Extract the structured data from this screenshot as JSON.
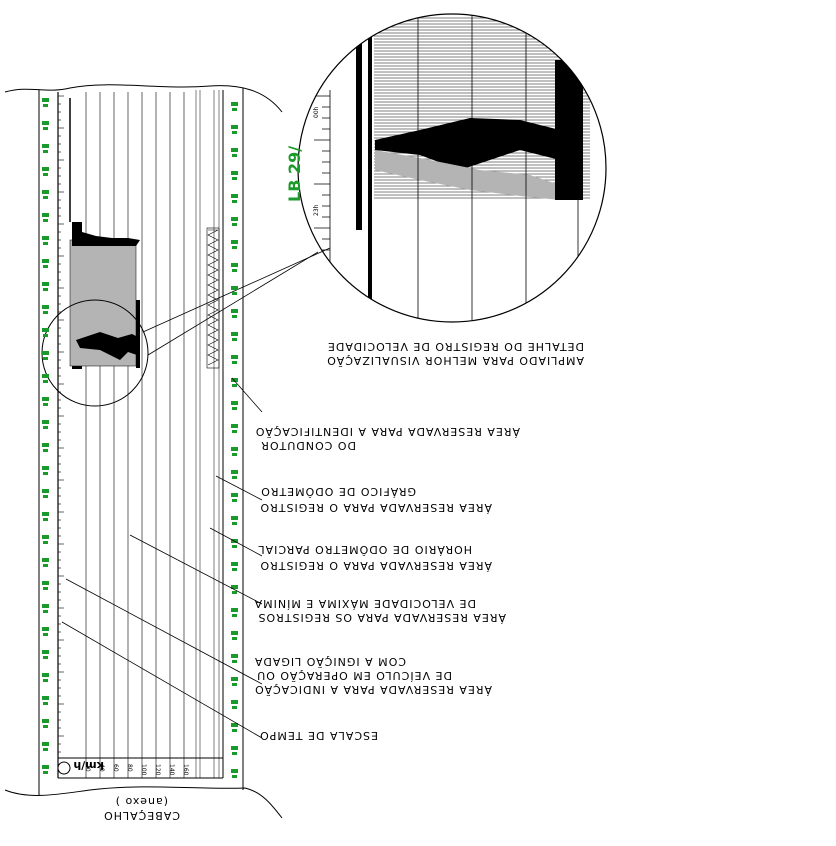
{
  "strip": {
    "speed_unit": "km/h",
    "speed_ticks": [
      "20",
      "40",
      "60",
      "80",
      "100",
      "120",
      "140",
      "160"
    ],
    "caption_line1": "CABEÇALHO",
    "caption_line2": "(anexo     )"
  },
  "magnifier": {
    "time_labels": [
      "00h",
      "23h"
    ],
    "logo_text": "LB 29/"
  },
  "annotations": [
    {
      "id": "detail",
      "lines": [
        "DETALHE DO REGISTRO DE VELOCIDADE",
        "AMPLIADO PARA MELHOR VISUALIZAÇÃO"
      ]
    },
    {
      "id": "driver",
      "lines": [
        "ÁREA RESERVADA PARA A IDENTIFICAÇÃO",
        "DO CONDUTOR"
      ]
    },
    {
      "id": "odometer-graph",
      "lines": [
        "ÁREA RESERVADA PARA O REGISTRO",
        "GRÁFICO DE ODÔMETRO"
      ]
    },
    {
      "id": "partial-odometer",
      "lines": [
        "ÁREA RESERVADA PARA O REGISTRO",
        "HORÁRIO DE ODÔMETRO PARCIAL"
      ]
    },
    {
      "id": "speed-records",
      "lines": [
        "ÁREA RESERVADA PARA OS REGISTROS",
        "DE VELOCIDADE MÁXIMA E MÍNIMA"
      ]
    },
    {
      "id": "ignition",
      "lines": [
        "ÁREA RESERVADA PARA A INDICAÇÃO",
        "DE VEÍCULO EM OPERAÇÃO OU",
        "COM A IGNIÇÃO LIGADA"
      ]
    },
    {
      "id": "time-scale",
      "lines": [
        "ESCALA DE TEMPO"
      ]
    }
  ],
  "colors": {
    "logo_green": "#1a9a2a",
    "ink": "#000000",
    "gray_fill": "#b4b4b4"
  }
}
